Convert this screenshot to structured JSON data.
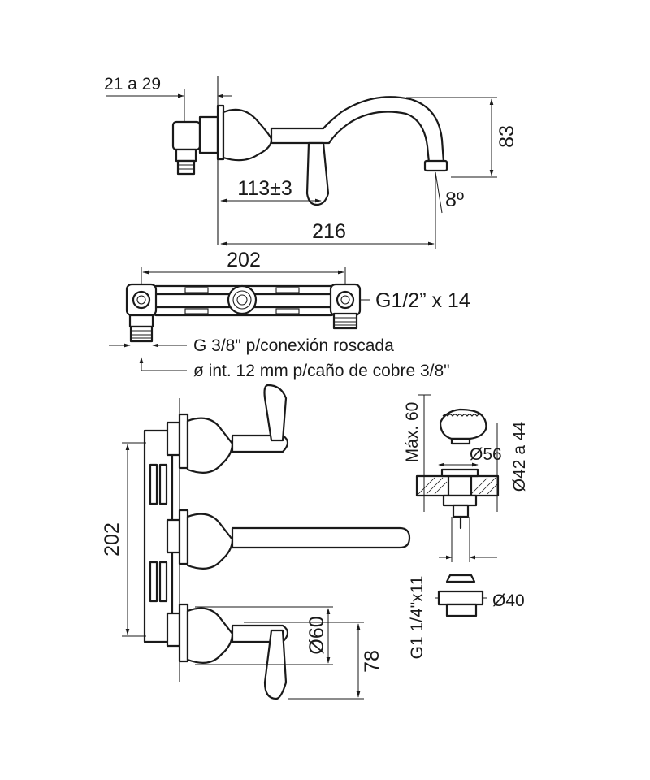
{
  "side_view": {
    "dim_wall_thickness": "21 a 29",
    "dim_handle_offset": "113±3",
    "dim_spout_reach": "216",
    "dim_spout_height": "83",
    "dim_spout_angle": "8º"
  },
  "rough_in": {
    "dim_center_distance": "202",
    "inlet_thread": "G1/2” x 14",
    "connection_note_1": "G 3/8\" p/conexión roscada",
    "connection_note_2": "ø int. 12 mm p/caño de cobre 3/8\""
  },
  "front_view": {
    "dim_vertical_distance": "202",
    "dim_escutcheon_diameter": "Ø60",
    "dim_handle_length": "78"
  },
  "drain_detail": {
    "dim_max_height": "Máx. 60",
    "dim_cap_diameter": "Ø56",
    "dim_hole_range": "Ø42 a 44",
    "dim_thread": "G1 1/4\"x11",
    "dim_nut_diameter": "Ø40"
  }
}
